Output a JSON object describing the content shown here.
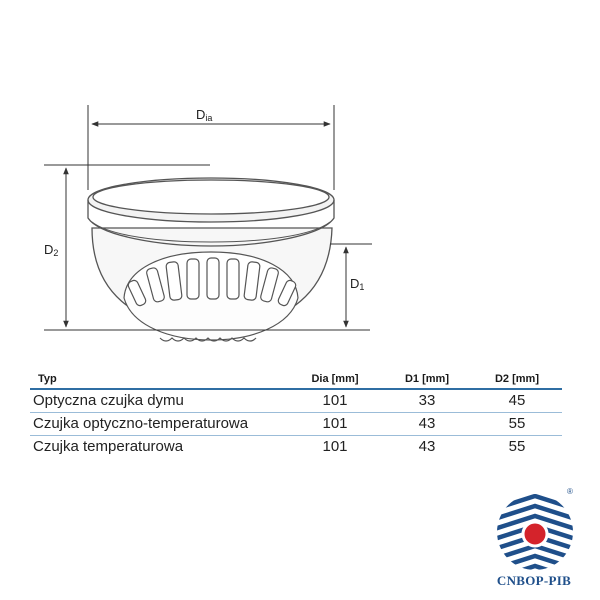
{
  "diagram": {
    "labels": {
      "dia_main": "D",
      "dia_sub": "ia",
      "d1_main": "D",
      "d1_sub": "1",
      "d2_main": "D",
      "d2_sub": "2"
    }
  },
  "table": {
    "headers": [
      "Typ",
      "Dia [mm]",
      "D1 [mm]",
      "D2 [mm]"
    ],
    "rows": [
      [
        "Optyczna czujka dymu",
        "101",
        "33",
        "45"
      ],
      [
        "Czujka optyczno-temperaturowa",
        "101",
        "43",
        "55"
      ],
      [
        "Czujka temperaturowa",
        "101",
        "43",
        "55"
      ]
    ]
  },
  "logo": {
    "text": "CNBOP-PIB",
    "reg": "®",
    "colors": {
      "blue": "#1f4f8a",
      "red": "#d4232b"
    }
  }
}
